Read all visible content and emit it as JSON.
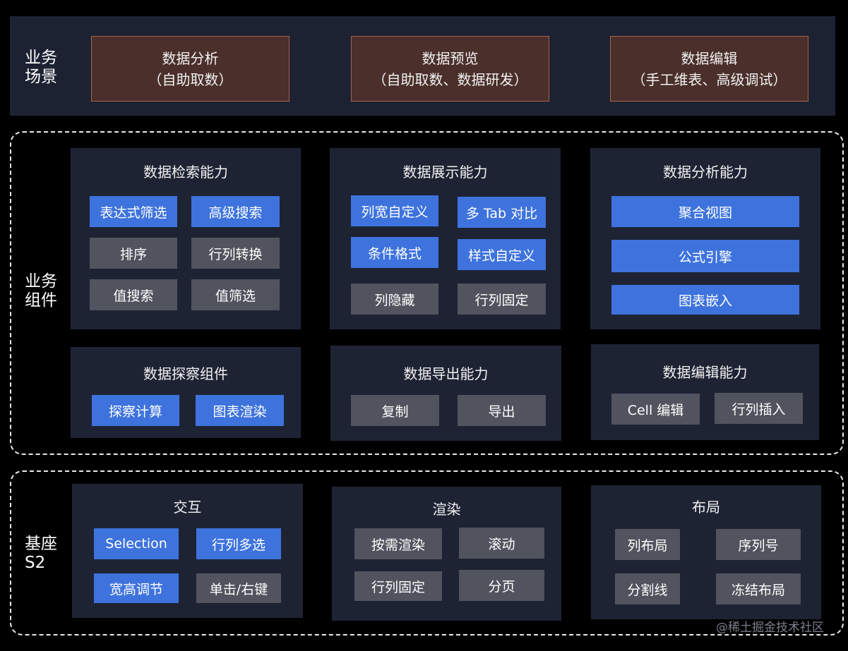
{
  "colors": {
    "background": "#000000",
    "panel": "#1e2334",
    "blue_chip": "#3e73dd",
    "gray_chip": "#51535e",
    "scene_fill": "#4a2f2a",
    "scene_border": "#a5644c"
  },
  "scenes": {
    "label_line1": "业务",
    "label_line2": "场景",
    "items": [
      {
        "title": "数据分析",
        "sub": "（自助取数）"
      },
      {
        "title": "数据预览",
        "sub": "（自助取数、数据研发）"
      },
      {
        "title": "数据编辑",
        "sub": "（手工维表、高级调试）"
      }
    ]
  },
  "components": {
    "label_line1": "业务",
    "label_line2": "组件",
    "panels": [
      {
        "title": "数据检索能力",
        "chips": [
          "表达式筛选",
          "高级搜索",
          "排序",
          "行列转换",
          "值搜索",
          "值筛选"
        ]
      },
      {
        "title": "数据展示能力",
        "chips": [
          "列宽自定义",
          "多 Tab 对比",
          "条件格式",
          "样式自定义",
          "列隐藏",
          "行列固定"
        ]
      },
      {
        "title": "数据分析能力",
        "chips": [
          "聚合视图",
          "公式引擎",
          "图表嵌入"
        ]
      },
      {
        "title": "数据探察组件",
        "chips": [
          "探察计算",
          "图表渲染"
        ]
      },
      {
        "title": "数据导出能力",
        "chips": [
          "复制",
          "导出"
        ]
      },
      {
        "title": "数据编辑能力",
        "chips": [
          "Cell 编辑",
          "行列插入"
        ]
      }
    ]
  },
  "base": {
    "label_line1": "基座",
    "label_line2": "S2",
    "panels": [
      {
        "title": "交互",
        "chips": [
          "Selection",
          "行列多选",
          "宽高调节",
          "单击/右键"
        ]
      },
      {
        "title": "渲染",
        "chips": [
          "按需渲染",
          "滚动",
          "行列固定",
          "分页"
        ]
      },
      {
        "title": "布局",
        "chips": [
          "列布局",
          "序列号",
          "分割线",
          "冻结布局"
        ]
      }
    ]
  },
  "watermark": "@稀土掘金技术社区"
}
